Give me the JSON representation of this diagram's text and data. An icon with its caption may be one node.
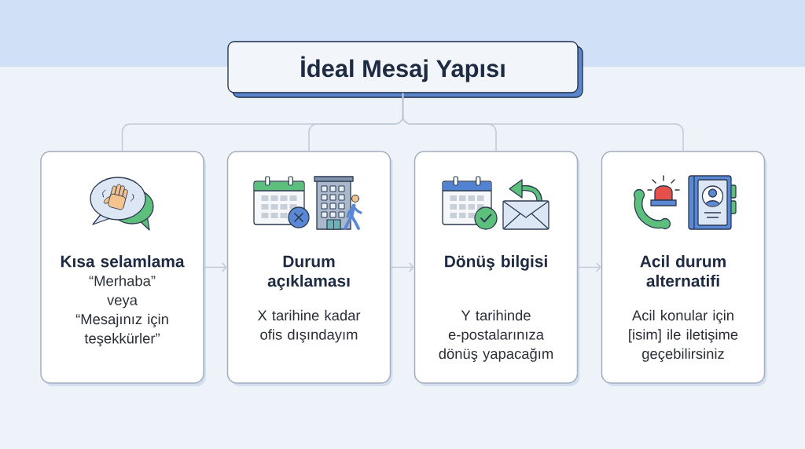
{
  "diagram": {
    "nodes": [
      {
        "text": [
          "İdeal Mesaj Yapısı"
        ]
      },
      {
        "text": [
          "Kısa selamlama",
          "“Merhaba” veya “Mesajınız için teşekkürler”"
        ]
      },
      {
        "text": [
          "Durum açıklaması",
          "X tarihine kadar ofis dışındayım"
        ]
      },
      {
        "text": [
          "Dönüş bilgisi",
          "Y tarihinde e-postalarınıza dönüş yapacağım"
        ]
      },
      {
        "text": [
          "Acil durum alternatifi",
          "Acil konular için [isim] ile iletişime geçebilirsiniz"
        ]
      }
    ],
    "edges": [
      {
        "from": 0,
        "to": 1,
        "arrow": "none"
      },
      {
        "from": 0,
        "to": 2,
        "arrow": "none"
      },
      {
        "from": 0,
        "to": 3,
        "arrow": "none"
      },
      {
        "from": 0,
        "to": 4,
        "arrow": "none"
      },
      {
        "from": 1,
        "to": 2,
        "arrow": "to"
      },
      {
        "from": 2,
        "to": 3,
        "arrow": "to"
      },
      {
        "from": 3,
        "to": 4,
        "arrow": "to"
      }
    ]
  }
}
